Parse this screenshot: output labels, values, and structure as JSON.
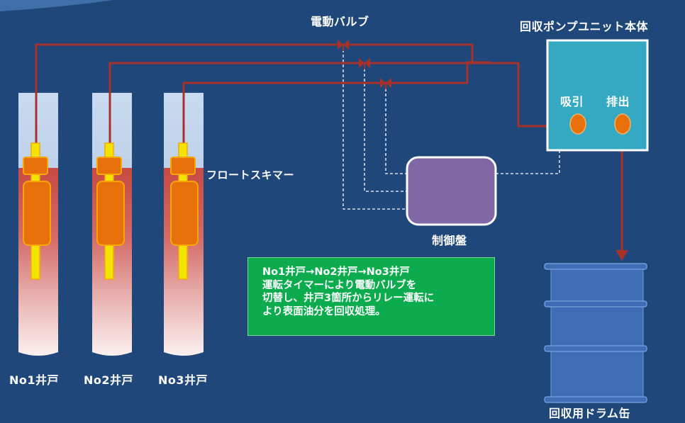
{
  "labels": {
    "valve": "電動バルブ",
    "pump_unit": "回収ポンプユニット本体",
    "suction": "吸引",
    "discharge": "排出",
    "skimmer": "フロートスキマー",
    "control_panel": "制御盤",
    "drum": "回収用ドラム缶"
  },
  "wells": [
    "No1井戸",
    "No2井戸",
    "No3井戸"
  ],
  "note": [
    "No1井戸→No2井戸→No3井戸",
    "運転タイマーにより電動バルブを",
    "切替し、井戸3箇所からリレー運転に",
    "より表面油分を回収処理。"
  ],
  "colors": {
    "background": "#1f477a",
    "pipe": "#a8322a",
    "pump_body": "#35a9c2",
    "control_panel": "#8067a6",
    "drum": "#3e6db5",
    "note_bg": "#0bab4e",
    "skimmer": "#e8700a",
    "oil": "#c84a44"
  }
}
